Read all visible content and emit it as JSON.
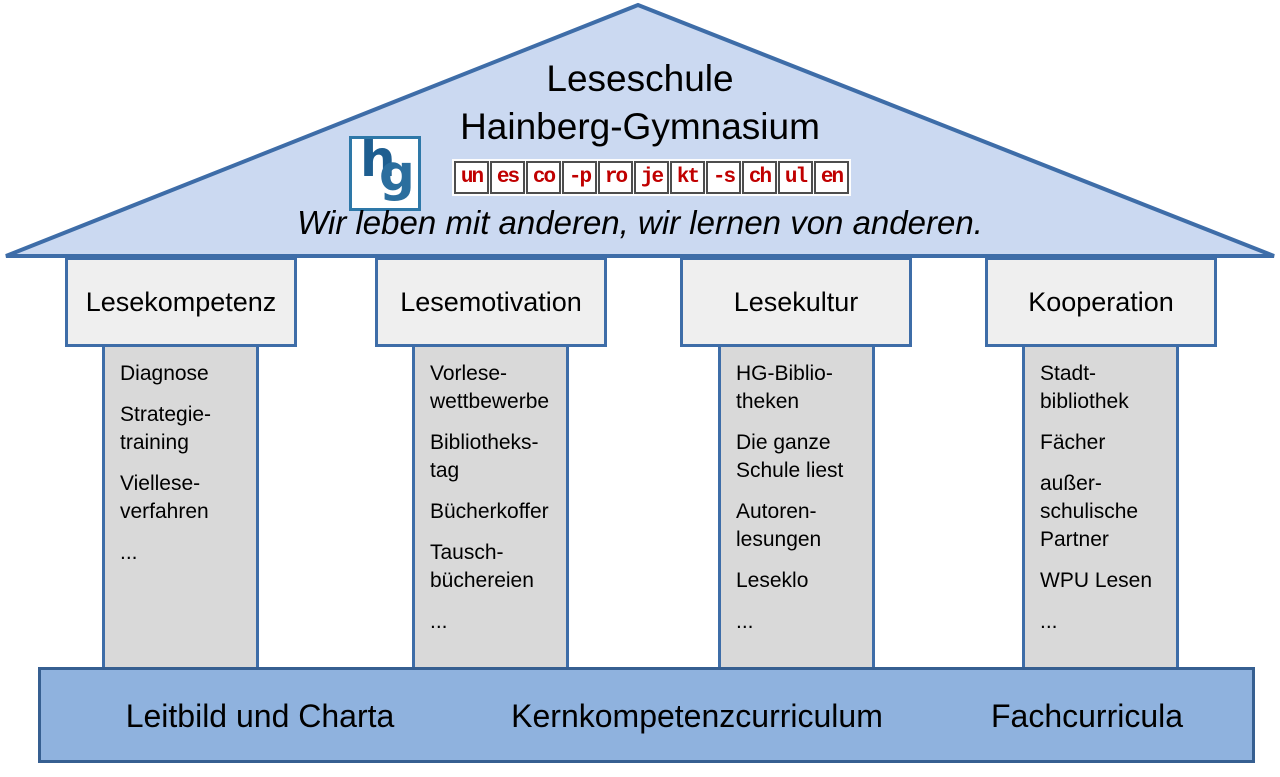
{
  "roof": {
    "title_line1": "Leseschule",
    "title_line2": "Hainberg-Gymnasium",
    "logo_text": "hg",
    "unesco_pairs": [
      "un",
      "es",
      "co",
      "-p",
      "ro",
      "je",
      "kt",
      "-s",
      "ch",
      "ul",
      "en"
    ],
    "motto": "Wir leben mit anderen, wir lernen von anderen."
  },
  "columns": [
    {
      "header": "Lesekompetenz",
      "items": [
        "Diagnose",
        "Strategie-\ntraining",
        "Viellese-\nverfahren",
        "..."
      ]
    },
    {
      "header": "Lesemotivation",
      "items": [
        "Vorlese-\nwettbewerbe",
        "Bibliotheks-\ntag",
        "Bücherkoffer",
        "Tausch-\nbüchereien",
        "..."
      ]
    },
    {
      "header": "Lesekultur",
      "items": [
        "HG-Biblio-\ntheken",
        "Die ganze\nSchule liest",
        "Autoren-\nlesungen",
        "Leseklo",
        "..."
      ]
    },
    {
      "header": "Kooperation",
      "items": [
        "Stadt-\nbibliothek",
        "Fächer",
        "außer-\nschulische\nPartner",
        "WPU Lesen",
        "..."
      ]
    }
  ],
  "base": {
    "labels": [
      "Leitbild und Charta",
      "Kernkompetenzcurriculum",
      "Fachcurricula"
    ]
  },
  "colors": {
    "roof_fill": "#CBD9F1",
    "border_blue": "#3E6DA8",
    "border_blue_dark": "#365F91",
    "header_fill": "#EFEFEF",
    "shaft_fill": "#D9D9D9",
    "base_fill": "#8FB2DE",
    "unesco_red": "#C00000",
    "logo_blue": "#2B6E9E"
  }
}
